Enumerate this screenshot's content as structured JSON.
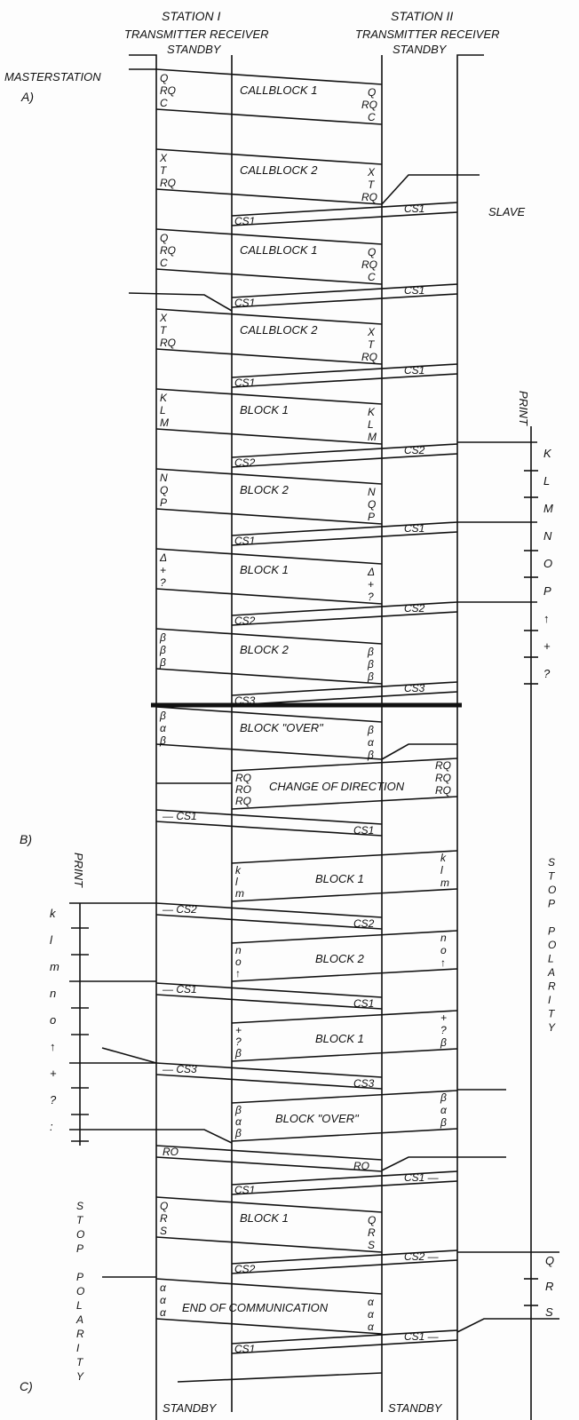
{
  "header": {
    "station1": "STATION I",
    "station2": "STATION II",
    "tr_label1": "TRANSMITTER RECEIVER",
    "tr_label2": "TRANSMITTER RECEIVER",
    "standby1": "STANDBY",
    "standby2": "STANDBY"
  },
  "labels": {
    "masterstation": "MASTERSTATION",
    "section_a": "A)",
    "section_b": "B)",
    "section_c": "C)",
    "slave": "SLAVE",
    "print_top": "PRINT",
    "print_left": "PRINT",
    "stop_polarity_right": "STOP POLARITY",
    "stop_polarity_left": "STOP POLARITY",
    "standby_bottom1": "STANDBY",
    "standby_bottom2": "STANDBY"
  },
  "blocks": [
    {
      "name": "CALLBLOCK 1",
      "left": [
        "Q",
        "RQ",
        "C"
      ],
      "right": [
        "Q",
        "RQ",
        "C"
      ]
    },
    {
      "name": "CALLBLOCK 2",
      "left": [
        "X",
        "T",
        "RQ"
      ],
      "right": [
        "X",
        "T",
        "RQ"
      ]
    },
    {
      "name": "CALLBLOCK 1",
      "left": [
        "Q",
        "RQ",
        "C"
      ],
      "right": [
        "Q",
        "RQ",
        "C"
      ]
    },
    {
      "name": "CALLBLOCK 2",
      "left": [
        "X",
        "T",
        "RQ"
      ],
      "right": [
        "X",
        "T",
        "RQ"
      ]
    },
    {
      "name": "BLOCK 1",
      "left": [
        "K",
        "L",
        "M"
      ],
      "right": [
        "K",
        "L",
        "M"
      ]
    },
    {
      "name": "BLOCK 2",
      "left": [
        "N",
        "Q",
        "P"
      ],
      "right": [
        "N",
        "Q",
        "P"
      ]
    },
    {
      "name": "BLOCK 1",
      "left": [
        "Δ",
        "+",
        "?"
      ],
      "right": [
        "Δ",
        "+",
        "?"
      ]
    },
    {
      "name": "BLOCK 2",
      "left": [
        "β",
        "β",
        "β"
      ],
      "right": [
        "β",
        "β",
        "β"
      ]
    },
    {
      "name": "BLOCK \"OVER\"",
      "left": [
        "β",
        "α",
        "β"
      ],
      "right": [
        "β",
        "α",
        "β"
      ]
    },
    {
      "name": "CHANGE OF DIRECTION",
      "left": [
        "RQ",
        "RO",
        "RQ"
      ],
      "right": [
        "RQ",
        "RQ",
        "RQ"
      ]
    },
    {
      "name": "BLOCK 1",
      "left": [
        "k",
        "l",
        "m"
      ],
      "right": [
        "k",
        "l",
        "m"
      ]
    },
    {
      "name": "BLOCK 2",
      "left": [
        "n",
        "o",
        "↑"
      ],
      "right": [
        "n",
        "o",
        "↑"
      ]
    },
    {
      "name": "BLOCK 1",
      "left": [
        "+",
        "?",
        "β"
      ],
      "right": [
        "+",
        "?",
        "β"
      ]
    },
    {
      "name": "BLOCK \"OVER\"",
      "left": [
        "β",
        "α",
        "β"
      ],
      "right": [
        "β",
        "α",
        "β"
      ]
    },
    {
      "name": "BLOCK 1",
      "left": [
        "Q",
        "R",
        "S"
      ],
      "right": [
        "Q",
        "R",
        "S"
      ]
    },
    {
      "name": "END OF COMMUNICATION",
      "left": [
        "α",
        "α",
        "α"
      ],
      "right": [
        "α",
        "α",
        "α"
      ]
    }
  ],
  "acks": [
    {
      "left": "CS1",
      "right": "CS1"
    },
    {
      "left": "CS1",
      "right": "CS1"
    },
    {
      "left": "CS1",
      "right": "CS1"
    },
    {
      "left": "CS2",
      "right": "CS2"
    },
    {
      "left": "CS1",
      "right": "CS1"
    },
    {
      "left": "CS2",
      "right": "CS2"
    },
    {
      "left": "CS3",
      "right": "CS3"
    },
    {
      "left": "— CS1",
      "right": "CS1"
    },
    {
      "left": "— CS2",
      "right": "CS2"
    },
    {
      "left": "— CS1",
      "right": "CS1"
    },
    {
      "left": "— CS3",
      "right": "CS3"
    },
    {
      "left": "RO",
      "right": "RO"
    },
    {
      "left": "CS1",
      "right": "CS1 —"
    },
    {
      "left": "CS2",
      "right": "CS2 —"
    },
    {
      "left": "CS1",
      "right": "CS1 —"
    }
  ],
  "print_top": [
    "K",
    "L",
    "M",
    "N",
    "O",
    "P",
    "↑",
    "+",
    "?"
  ],
  "print_left": [
    "k",
    "l",
    "m",
    "n",
    "o",
    "↑",
    "+",
    "?",
    ":"
  ],
  "print_bottom": [
    "Q",
    "R",
    "S"
  ]
}
